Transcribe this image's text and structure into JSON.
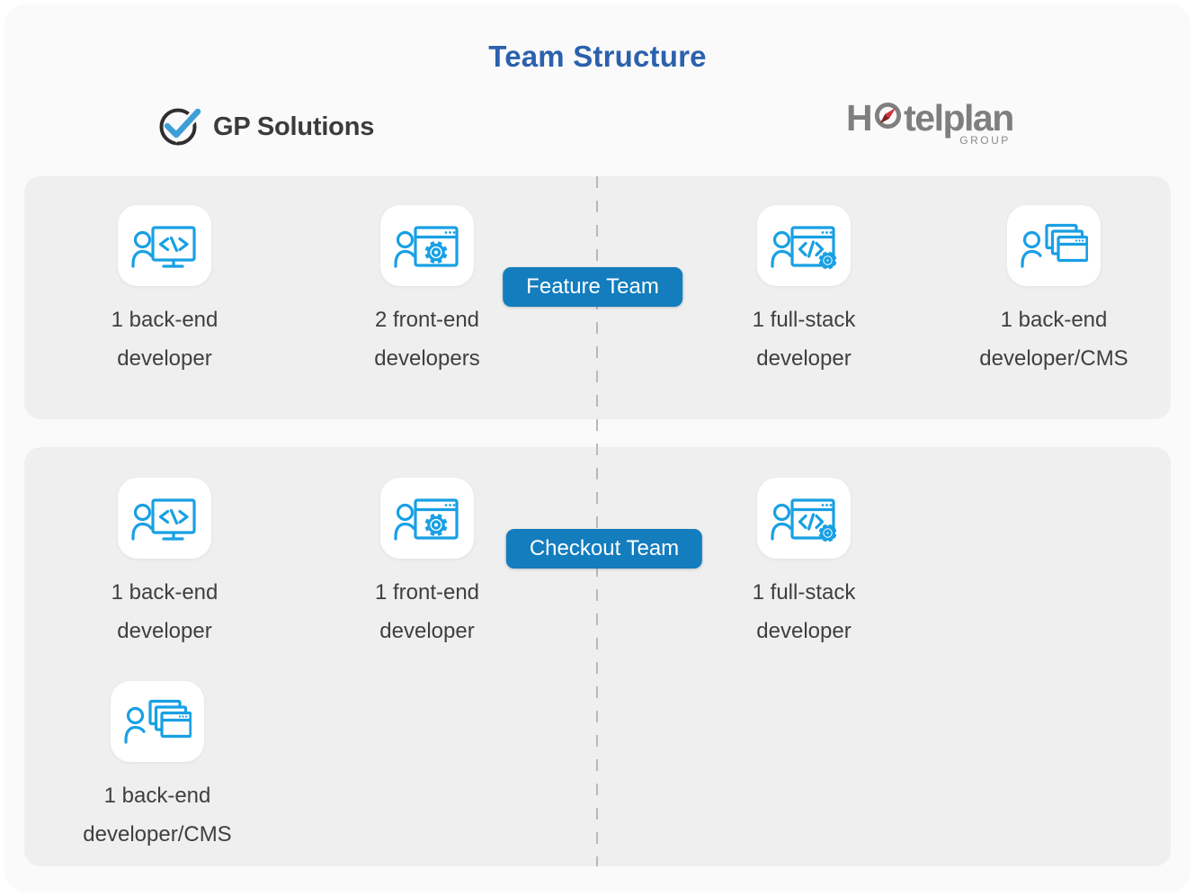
{
  "title": "Team Structure",
  "logos": {
    "left": {
      "label": "GP Solutions"
    },
    "right": {
      "name_start": "H",
      "name_end": "telplan",
      "group_label": "GROUP",
      "full_name": "Hotelplan"
    }
  },
  "teams": [
    {
      "badge": "Feature Team",
      "members": [
        {
          "icon": "backend-developer-icon",
          "lines": [
            "1 back-end",
            "developer"
          ]
        },
        {
          "icon": "frontend-developer-icon",
          "lines": [
            "2 front-end",
            "developers"
          ]
        },
        {
          "icon": "fullstack-developer-icon",
          "lines": [
            "1 full-stack",
            "developer"
          ]
        },
        {
          "icon": "cms-developer-icon",
          "lines": [
            "1 back-end",
            "developer/CMS"
          ]
        }
      ]
    },
    {
      "badge": "Checkout Team",
      "members": [
        {
          "icon": "backend-developer-icon",
          "lines": [
            "1 back-end",
            "developer"
          ]
        },
        {
          "icon": "frontend-developer-icon",
          "lines": [
            "1 front-end",
            "developer"
          ]
        },
        {
          "icon": "fullstack-developer-icon",
          "lines": [
            "1 full-stack",
            "developer"
          ]
        },
        {
          "icon": "cms-developer-icon",
          "lines": [
            "1 back-end",
            "developer/CMS"
          ]
        }
      ]
    }
  ],
  "colors": {
    "badge_blue": "#137dbe",
    "icon_blue": "#18a0e4",
    "title_blue": "#2b61ad",
    "panel_gray": "#efefef",
    "card_bg": "#fafafa",
    "dash_gray": "#b9b9b9",
    "text_dark": "#3f3f3f",
    "logo_gray": "#7f7f7f",
    "compass_red": "#cf3339"
  }
}
